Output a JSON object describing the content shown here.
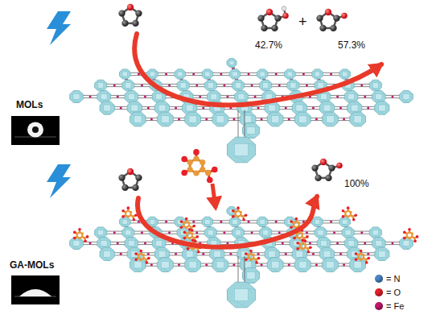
{
  "diagram": {
    "labels": [
      "42.7%",
      "+",
      "57.3%",
      "MOLs",
      "100%",
      "GA-MOLs"
    ],
    "legend": [
      {
        "text": "= N",
        "color": "#4a86c8"
      },
      {
        "text": "= O",
        "color": "#e8202a"
      },
      {
        "text": "= Fe",
        "color": "#c2186b"
      }
    ]
  }
}
